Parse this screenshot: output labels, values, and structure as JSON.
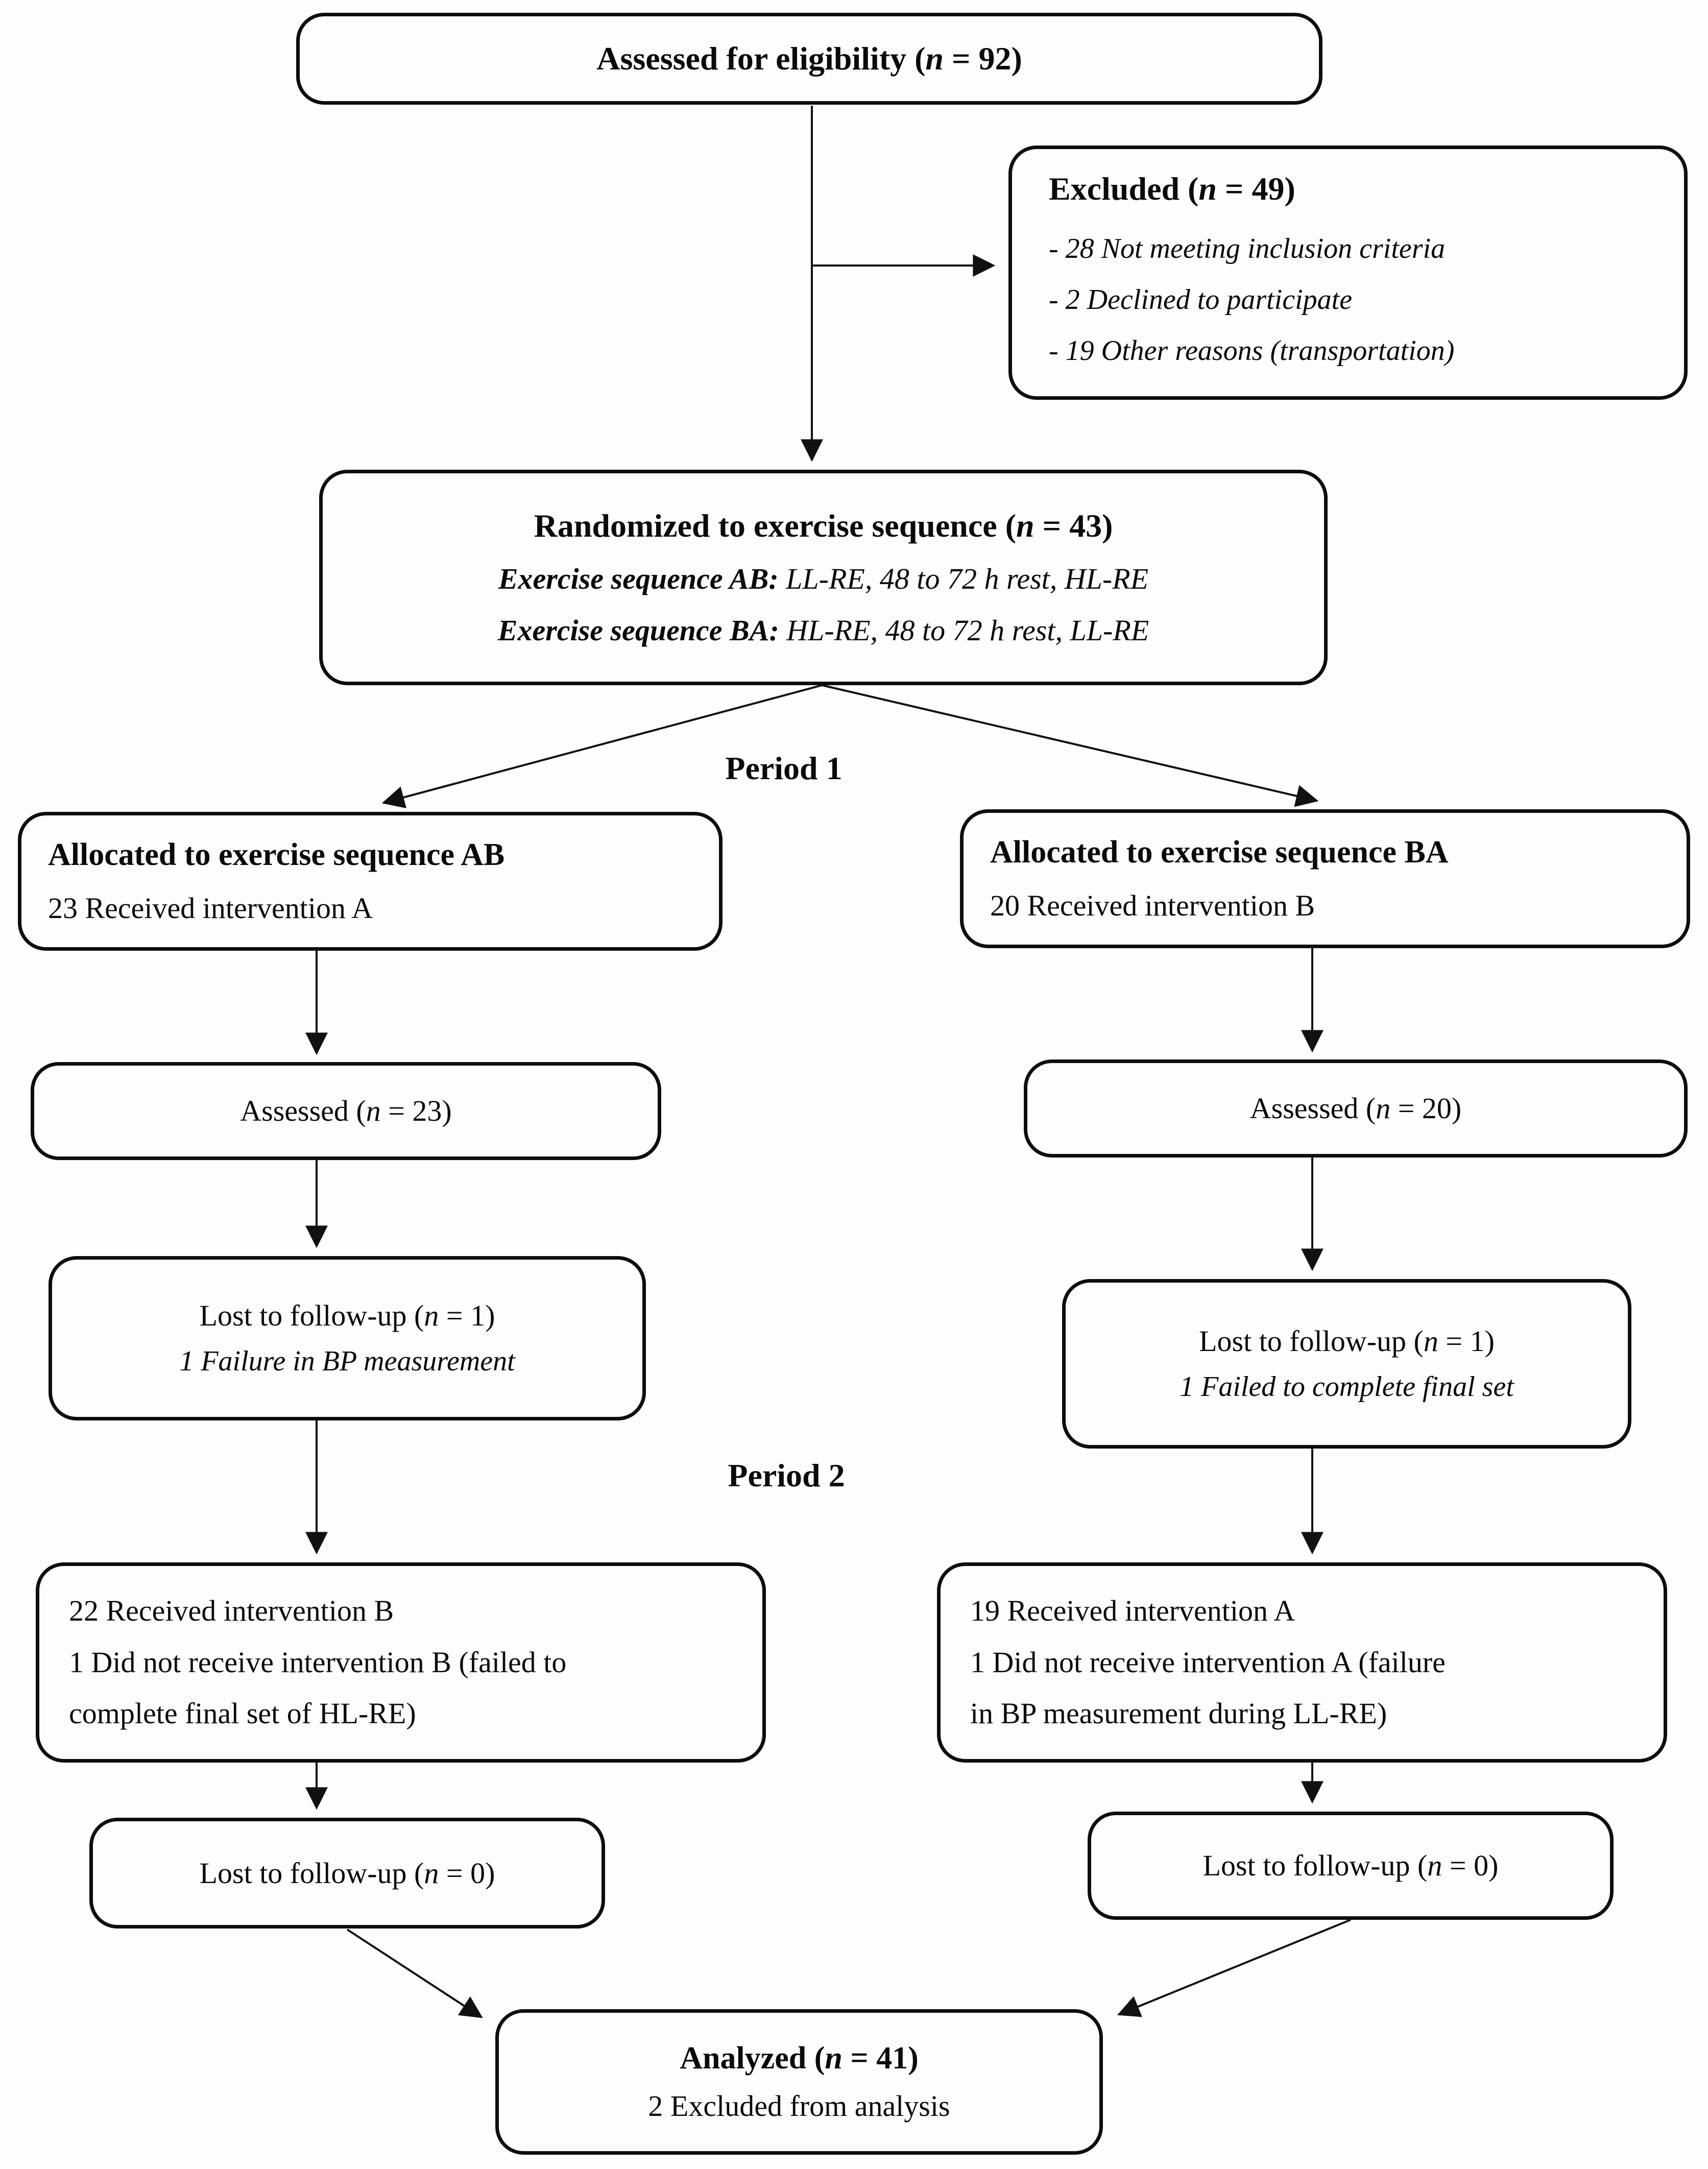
{
  "flowchart": {
    "period_labels": {
      "period1": "Period 1",
      "period2": "Period 2"
    },
    "eligibility": {
      "title": "Assessed for eligibility (n = 92)"
    },
    "excluded": {
      "title": "Excluded (n = 49)",
      "reasons": [
        "- 28 Not meeting inclusion criteria",
        "- 2 Declined to participate",
        "- 19 Other reasons (transportation)"
      ]
    },
    "randomized": {
      "title": "Randomized to exercise sequence (n = 43)",
      "sequence_ab_label": "Exercise sequence AB:",
      "sequence_ab_detail": " LL-RE, 48 to 72 h rest, HL-RE",
      "sequence_ba_label": "Exercise sequence BA:",
      "sequence_ba_detail": " HL-RE, 48 to 72 h rest, LL-RE"
    },
    "allocated_ab": {
      "title": "Allocated to exercise sequence AB",
      "detail": "23 Received intervention A"
    },
    "allocated_ba": {
      "title": "Allocated to exercise sequence BA",
      "detail": "20 Received intervention B"
    },
    "assessed_ab": {
      "title": "Assessed (n = 23)"
    },
    "assessed_ba": {
      "title": "Assessed (n = 20)"
    },
    "lost_period1_ab": {
      "title": "Lost to follow-up (n = 1)",
      "reason": "1 Failure in BP measurement"
    },
    "lost_period1_ba": {
      "title": "Lost to follow-up (n = 1)",
      "reason": "1 Failed to complete final set"
    },
    "period2_ab": {
      "lines": [
        "22 Received intervention B",
        "1 Did not receive intervention B (failed to",
        "complete final set of HL-RE)"
      ]
    },
    "period2_ba": {
      "lines": [
        "19 Received intervention A",
        "1 Did not receive intervention A (failure",
        "in BP measurement during LL-RE)"
      ]
    },
    "lost_period2_ab": {
      "title": "Lost to follow-up (n = 0)"
    },
    "lost_period2_ba": {
      "title": "Lost to follow-up (n = 0)"
    },
    "analyzed": {
      "title": "Analyzed (n = 41)",
      "detail": "2 Excluded from analysis"
    }
  }
}
